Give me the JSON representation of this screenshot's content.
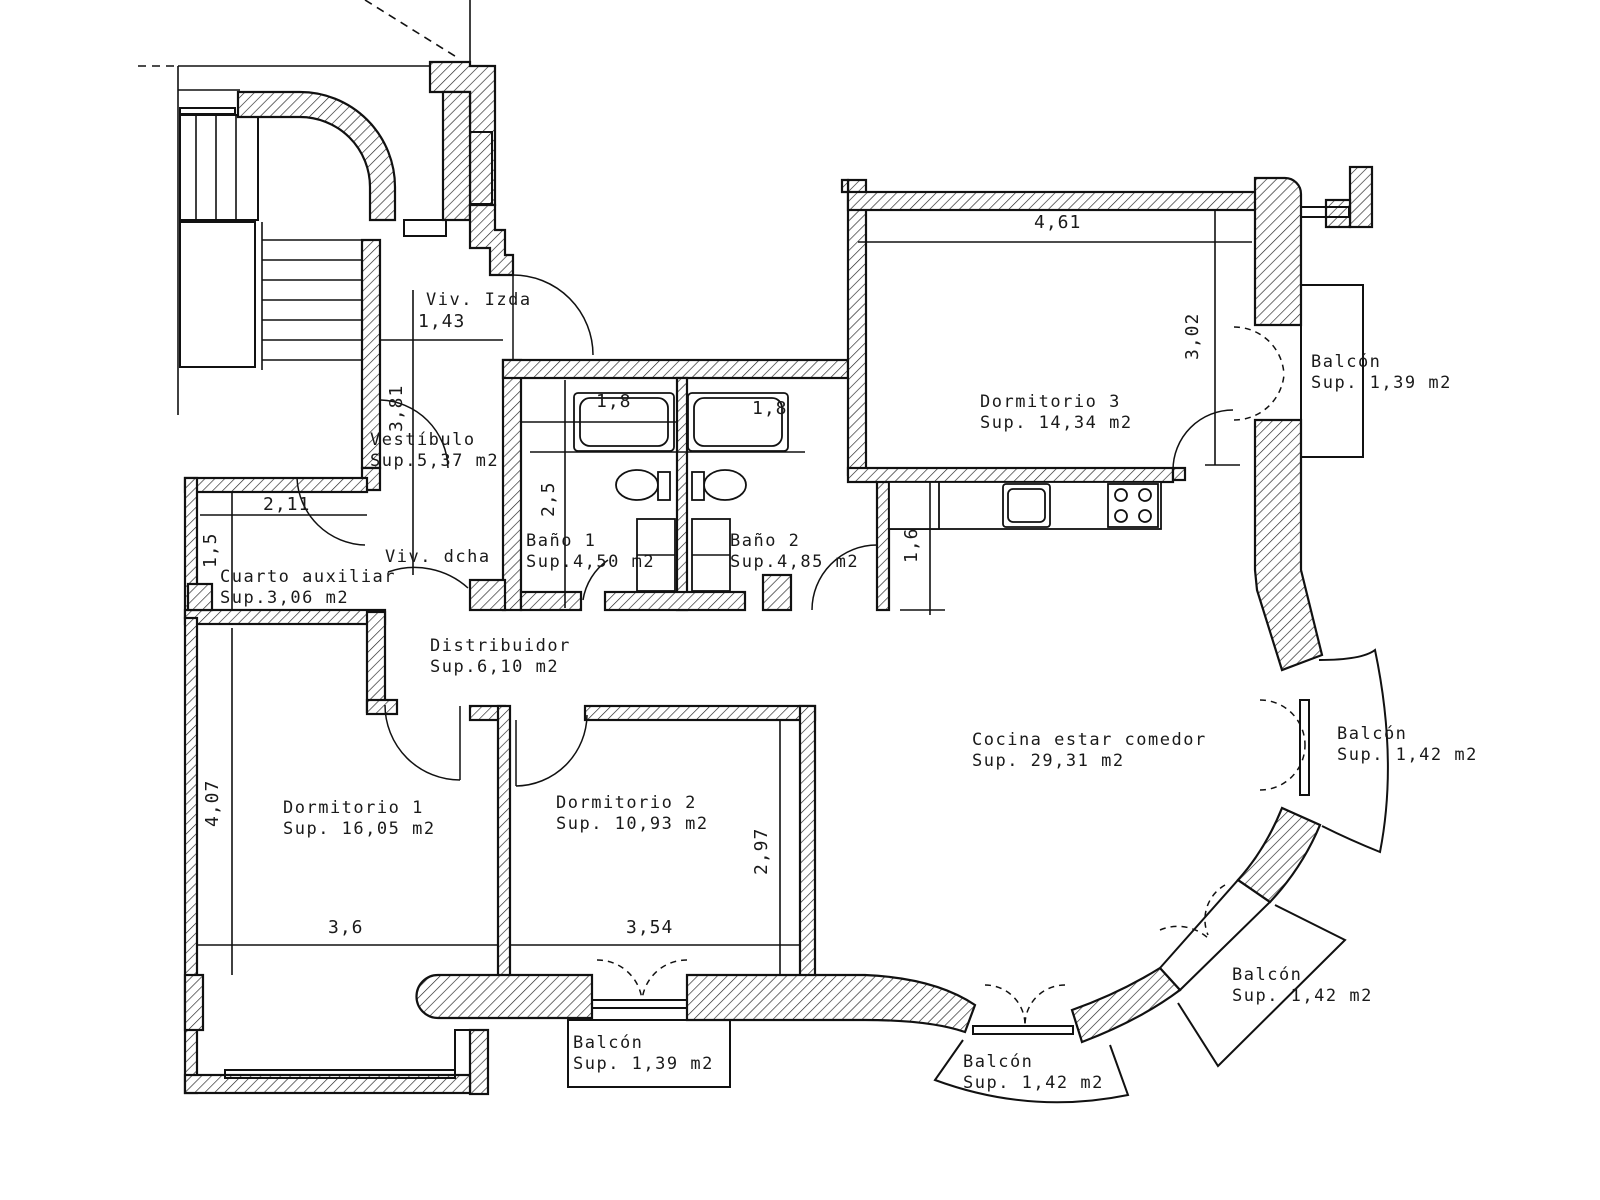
{
  "rooms": {
    "viv_izda": "Viv. Izda",
    "viv_dcha": "Viv. dcha",
    "vestibulo": {
      "name": "Vestíbulo",
      "area": "Sup.5,37 m2"
    },
    "cuarto_auxiliar": {
      "name": "Cuarto auxiliar",
      "area": "Sup.3,06 m2"
    },
    "distribuidor": {
      "name": "Distribuidor",
      "area": "Sup.6,10 m2"
    },
    "bano1": {
      "name": "Baño 1",
      "area": "Sup.4,50 m2"
    },
    "bano2": {
      "name": "Baño 2",
      "area": "Sup.4,85 m2"
    },
    "dormitorio1": {
      "name": "Dormitorio 1",
      "area": "Sup. 16,05 m2"
    },
    "dormitorio2": {
      "name": "Dormitorio 2",
      "area": "Sup. 10,93 m2"
    },
    "dormitorio3": {
      "name": "Dormitorio 3",
      "area": "Sup. 14,34 m2"
    },
    "cocina": {
      "name": "Cocina estar comedor",
      "area": "Sup. 29,31 m2"
    },
    "balcon_d3": {
      "name": "Balcón",
      "area": "Sup. 1,39 m2"
    },
    "balcon_east": {
      "name": "Balcón",
      "area": "Sup. 1,42 m2"
    },
    "balcon_se": {
      "name": "Balcón",
      "area": "Sup. 1,42 m2"
    },
    "balcon_south": {
      "name": "Balcón",
      "area": "Sup. 1,42 m2"
    },
    "balcon_d2": {
      "name": "Balcón",
      "area": "Sup. 1,39 m2"
    }
  },
  "dimensions": {
    "d3_width": "4,61",
    "d3_depth": "3,02",
    "vest_width": "1,43",
    "vest_depth": "3,81",
    "bath1_width": "1,8",
    "bath2_width": "1,8",
    "bath_depth": "2,5",
    "aux_width": "2,11",
    "aux_depth": "1,5",
    "kitchen_depth": "1,6",
    "d1_depth": "4,07",
    "d1_width": "3,6",
    "d2_width": "3,54",
    "d2_depth": "2,97"
  }
}
